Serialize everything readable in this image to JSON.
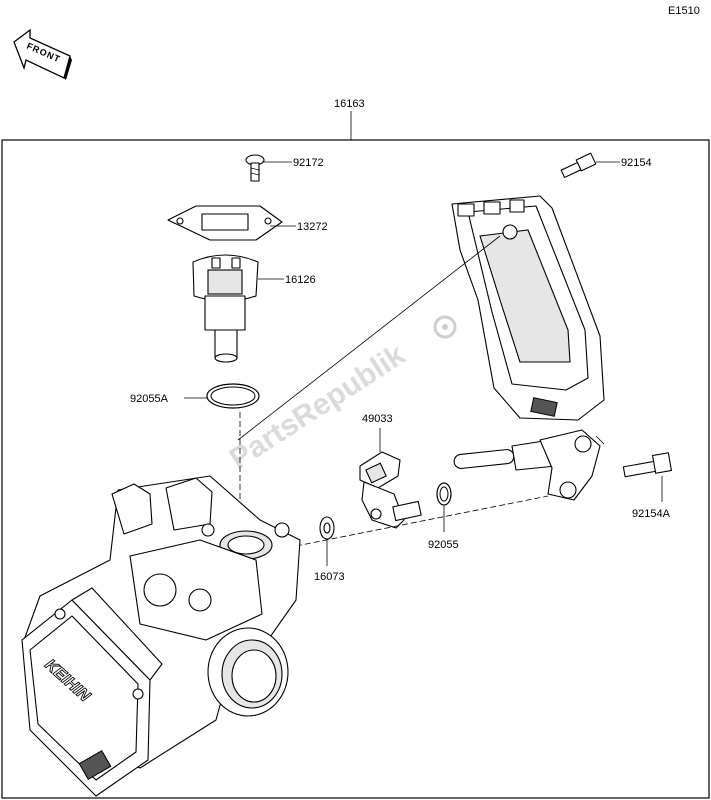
{
  "diagram": {
    "diagram_code": "E1510",
    "front_label": "FRONT",
    "watermark": "PartsRepublik",
    "brand_mark": "KEIHIN",
    "assembly_number": "16163",
    "parts": [
      {
        "number": "92172"
      },
      {
        "number": "13272"
      },
      {
        "number": "16126"
      },
      {
        "number": "92055A"
      },
      {
        "number": "92154"
      },
      {
        "number": "49033"
      },
      {
        "number": "16073"
      },
      {
        "number": "92055"
      },
      {
        "number": "92154A"
      }
    ]
  }
}
